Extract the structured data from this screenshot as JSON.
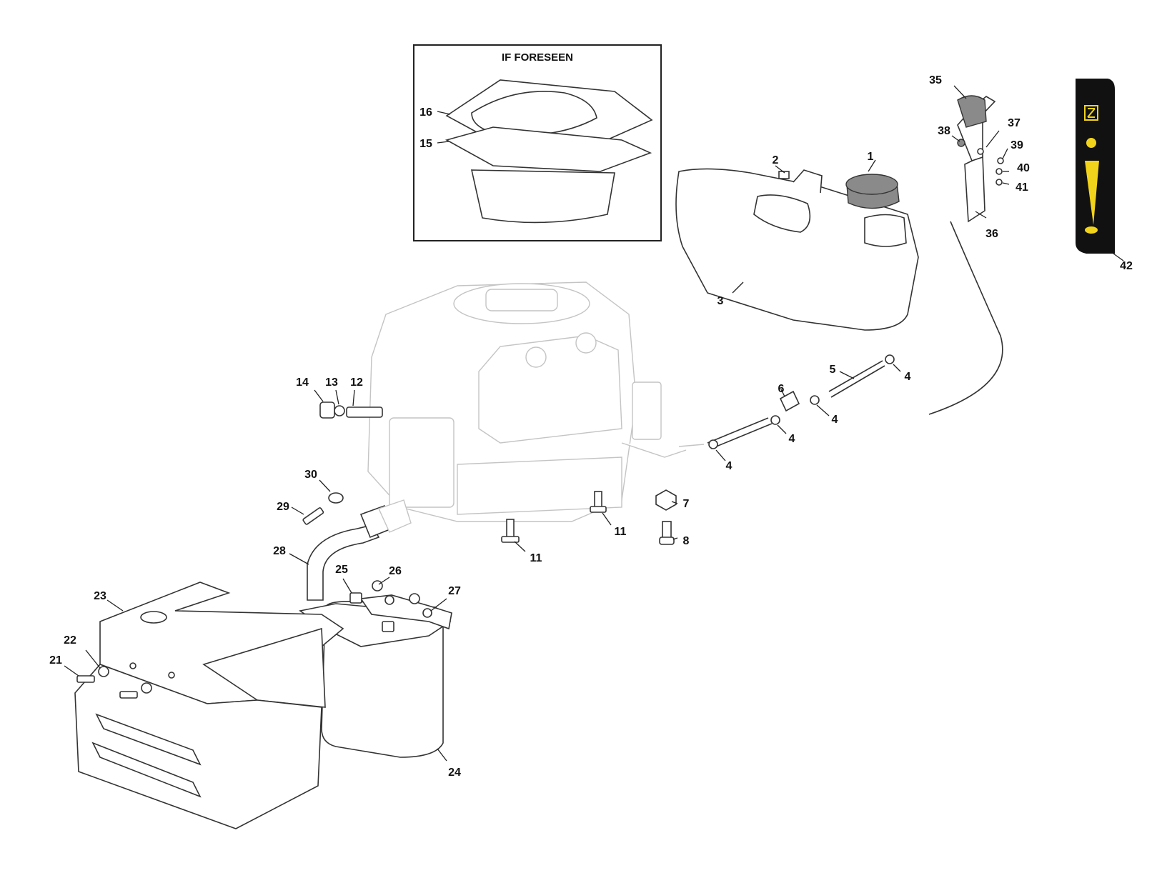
{
  "inset": {
    "title": "IF FORESEEN"
  },
  "callouts": [
    {
      "id": "c1",
      "label": "1"
    },
    {
      "id": "c2",
      "label": "2"
    },
    {
      "id": "c3",
      "label": "3"
    },
    {
      "id": "c4a",
      "label": "4"
    },
    {
      "id": "c4b",
      "label": "4"
    },
    {
      "id": "c4c",
      "label": "4"
    },
    {
      "id": "c4d",
      "label": "4"
    },
    {
      "id": "c5",
      "label": "5"
    },
    {
      "id": "c6",
      "label": "6"
    },
    {
      "id": "c7",
      "label": "7"
    },
    {
      "id": "c8",
      "label": "8"
    },
    {
      "id": "c11a",
      "label": "11"
    },
    {
      "id": "c11b",
      "label": "11"
    },
    {
      "id": "c12",
      "label": "12"
    },
    {
      "id": "c13",
      "label": "13"
    },
    {
      "id": "c14",
      "label": "14"
    },
    {
      "id": "c15",
      "label": "15"
    },
    {
      "id": "c16",
      "label": "16"
    },
    {
      "id": "c21",
      "label": "21"
    },
    {
      "id": "c22",
      "label": "22"
    },
    {
      "id": "c23",
      "label": "23"
    },
    {
      "id": "c24",
      "label": "24"
    },
    {
      "id": "c25",
      "label": "25"
    },
    {
      "id": "c26",
      "label": "26"
    },
    {
      "id": "c27",
      "label": "27"
    },
    {
      "id": "c28",
      "label": "28"
    },
    {
      "id": "c29",
      "label": "29"
    },
    {
      "id": "c30",
      "label": "30"
    },
    {
      "id": "c35",
      "label": "35"
    },
    {
      "id": "c36",
      "label": "36"
    },
    {
      "id": "c37",
      "label": "37"
    },
    {
      "id": "c38",
      "label": "38"
    },
    {
      "id": "c39",
      "label": "39"
    },
    {
      "id": "c40",
      "label": "40"
    },
    {
      "id": "c41",
      "label": "41"
    },
    {
      "id": "c42",
      "label": "42"
    }
  ],
  "colors": {
    "decal_bg": "#111111",
    "decal_accent": "#f2d31b",
    "knob": "#8a8a8a"
  }
}
